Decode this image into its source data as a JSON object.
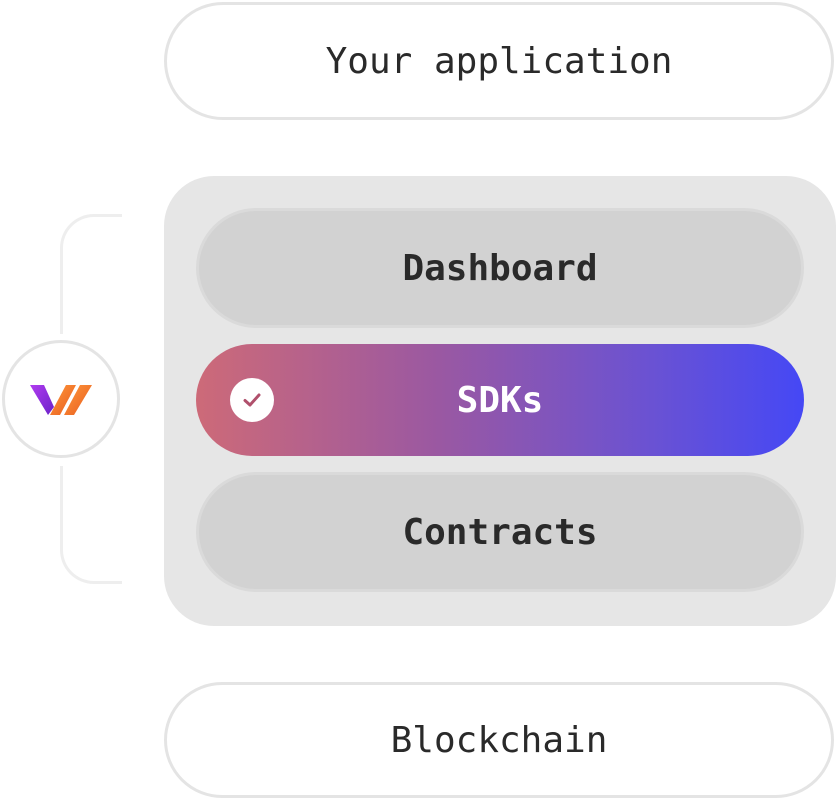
{
  "top": {
    "label": "Your application"
  },
  "layers": [
    {
      "label": "Dashboard",
      "selected": false
    },
    {
      "label": "SDKs",
      "selected": true
    },
    {
      "label": "Contracts",
      "selected": false
    }
  ],
  "bottom": {
    "label": "Blockchain"
  },
  "icons": {
    "logo": "brand-logo-icon",
    "check": "check-icon"
  },
  "colors": {
    "gradient_start": "#cd6a78",
    "gradient_end": "#4548f5",
    "logo_purple": "#8b2de0",
    "logo_orange": "#f47a2c"
  }
}
